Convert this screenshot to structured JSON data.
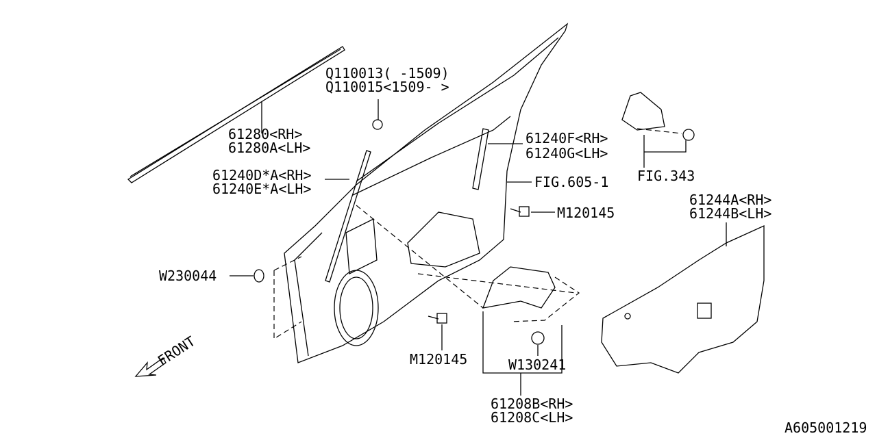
{
  "labels": {
    "clip_q110013": "Q110013( -1509)",
    "clip_q110015": "Q110015<1509- >",
    "strip_rh": "61280<RH>",
    "strip_lh": "61280A<LH>",
    "sash_front_rh": "61240D*A<RH>",
    "sash_front_lh": "61240E*A<LH>",
    "sash_rear_rh": "61240F<RH>",
    "sash_rear_lh": "61240G<LH>",
    "fig_605": "FIG.605-1",
    "fig_343": "FIG.343",
    "bolt_upper": "M120145",
    "sealing_rh": "61244A<RH>",
    "sealing_lh": "61244B<LH>",
    "plug_w230044": "W230044",
    "bolt_lower": "M120145",
    "clip_w130241": "W130241",
    "cover_rh": "61208B<RH>",
    "cover_lh": "61208C<LH>",
    "front_indicator": "FRONT",
    "diagram_id": "A605001219"
  }
}
